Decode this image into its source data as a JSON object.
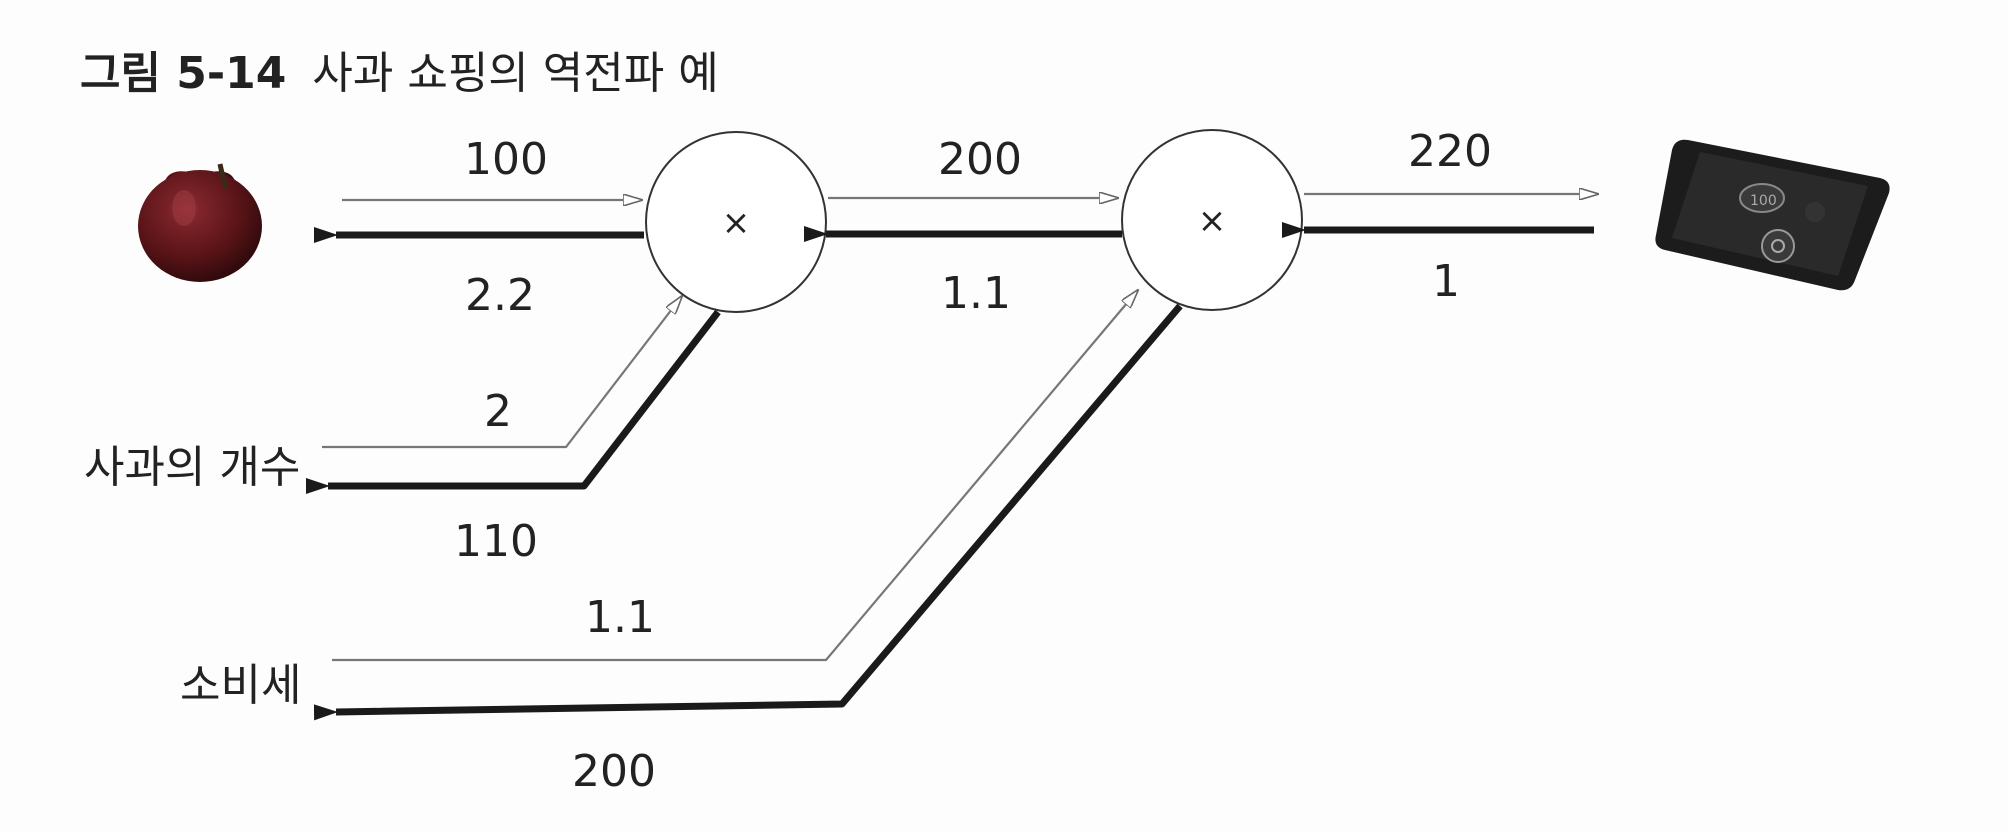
{
  "figure": {
    "number": "그림 5-14",
    "caption": "사과 쇼핑의 역전파 예"
  },
  "nodes": {
    "mul1_symbol": "×",
    "mul2_symbol": "×"
  },
  "inputs": {
    "apple_count_label": "사과의 개수",
    "tax_label": "소비세"
  },
  "forward": {
    "apple_price": "100",
    "mid_value": "200",
    "output_value": "220",
    "apple_count": "2",
    "tax": "1.1"
  },
  "backward": {
    "d_apple_price": "2.2",
    "d_mid": "1.1",
    "d_output": "1",
    "d_apple_count": "110",
    "d_tax": "200"
  },
  "icons": {
    "apple": "apple-icon",
    "register": "register-icon"
  },
  "colors": {
    "thin_line": "#777777",
    "thick_line": "#1a1a1a",
    "apple": "#5a1418",
    "register": "#1c1c1c"
  }
}
